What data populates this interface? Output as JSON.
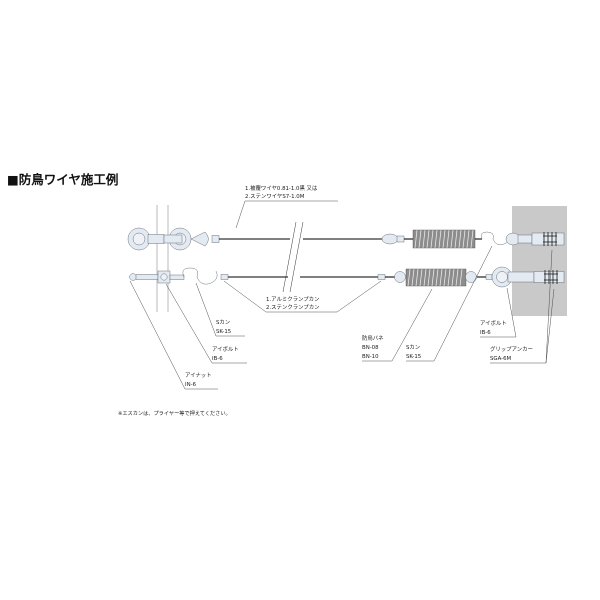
{
  "page": {
    "title": "■防鳥ワイヤ施工例",
    "background_color": "#ffffff",
    "wall_color": "#c9c9c9",
    "wire_color": "#000000",
    "metal_fill_color": "#e3eaf2"
  },
  "callouts": {
    "wire_spec": {
      "line1": "1.被覆ワイヤ0.81-1.0黒 又は",
      "line2": "2.ステンワイヤS7-1.0M"
    },
    "clamp_spec": {
      "line1": "1.アルミクランプカン",
      "line2": "2.ステンクランプカン"
    },
    "s_hook_upper": {
      "name": "Sカン",
      "code": "SK-15"
    },
    "eye_bolt_left": {
      "name": "アイボルト",
      "code": "IB-6"
    },
    "eye_nut": {
      "name": "アイナット",
      "code": "IN-6"
    },
    "bird_spring": {
      "name": "防鳥バネ",
      "code1": "BN-08",
      "code2": "BN-10"
    },
    "s_hook_right": {
      "name": "Sカン",
      "code": "SK-15"
    },
    "eye_bolt_right": {
      "name": "アイボルト",
      "code": "IB-6"
    },
    "grip_anchor": {
      "name": "グリップアンカー",
      "code": "SGA-6M"
    }
  },
  "footnote": "※エスカンは、プライヤー等で押えてください。",
  "parts_list": [
    {
      "label": "被覆ワイヤ",
      "code": "0.81-1.0黒"
    },
    {
      "label": "ステンワイヤ",
      "code": "S7-1.0M"
    },
    {
      "label": "アルミクランプカン",
      "code": ""
    },
    {
      "label": "ステンクランプカン",
      "code": ""
    },
    {
      "label": "Sカン",
      "code": "SK-15"
    },
    {
      "label": "アイボルト",
      "code": "IB-6"
    },
    {
      "label": "アイナット",
      "code": "IN-6"
    },
    {
      "label": "防鳥バネ",
      "code": "BN-08"
    },
    {
      "label": "防鳥バネ",
      "code": "BN-10"
    },
    {
      "label": "グリップアンカー",
      "code": "SGA-6M"
    }
  ]
}
